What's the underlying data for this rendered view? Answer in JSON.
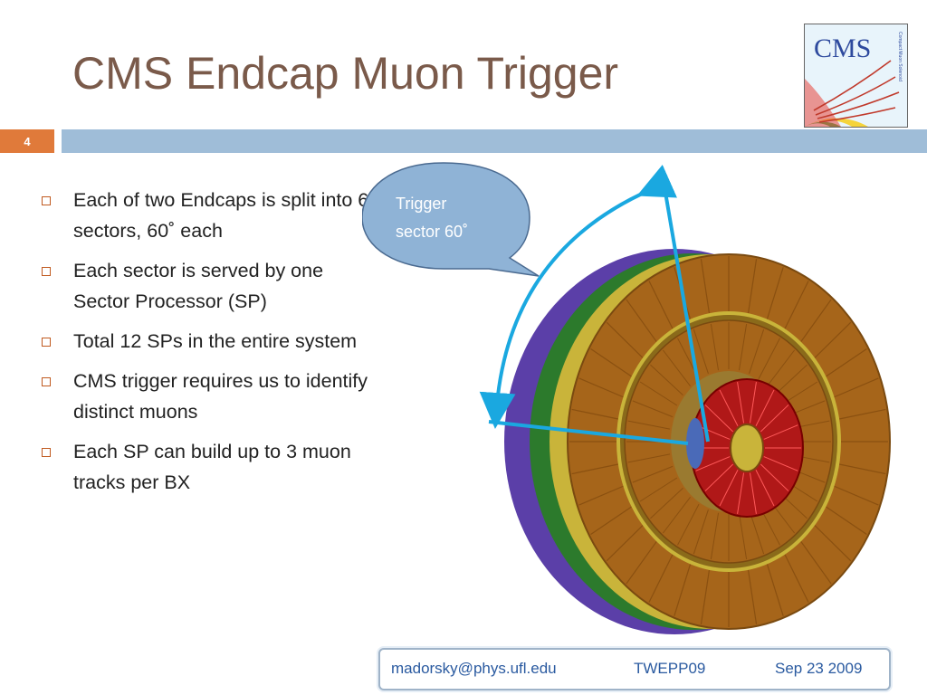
{
  "slide": {
    "title": "CMS Endcap Muon Trigger",
    "number": "4"
  },
  "logo": {
    "text": "CMS",
    "side_text": "Compact Muon Solenoid"
  },
  "bullets": [
    "Each of two Endcaps is split into 6 sectors, 60˚ each",
    "Each sector is served by one Sector Processor (SP)",
    "Total 12 SPs in the entire system",
    "CMS trigger requires us to identify distinct muons",
    "Each SP can build up to 3 muon tracks per BX"
  ],
  "callout": {
    "line1": "Trigger",
    "line2": "sector 60˚"
  },
  "footer": {
    "email": "madorsky@phys.ufl.edu",
    "conference": "TWEPP09",
    "date": "Sep 23 2009"
  },
  "colors": {
    "title": "#7a5a4a",
    "accent_orange": "#e07a3a",
    "bar_blue": "#9fbdd8",
    "callout_fill": "#8fb3d6",
    "arrow_blue": "#1aa8e0",
    "footer_text": "#2a5aa0"
  }
}
